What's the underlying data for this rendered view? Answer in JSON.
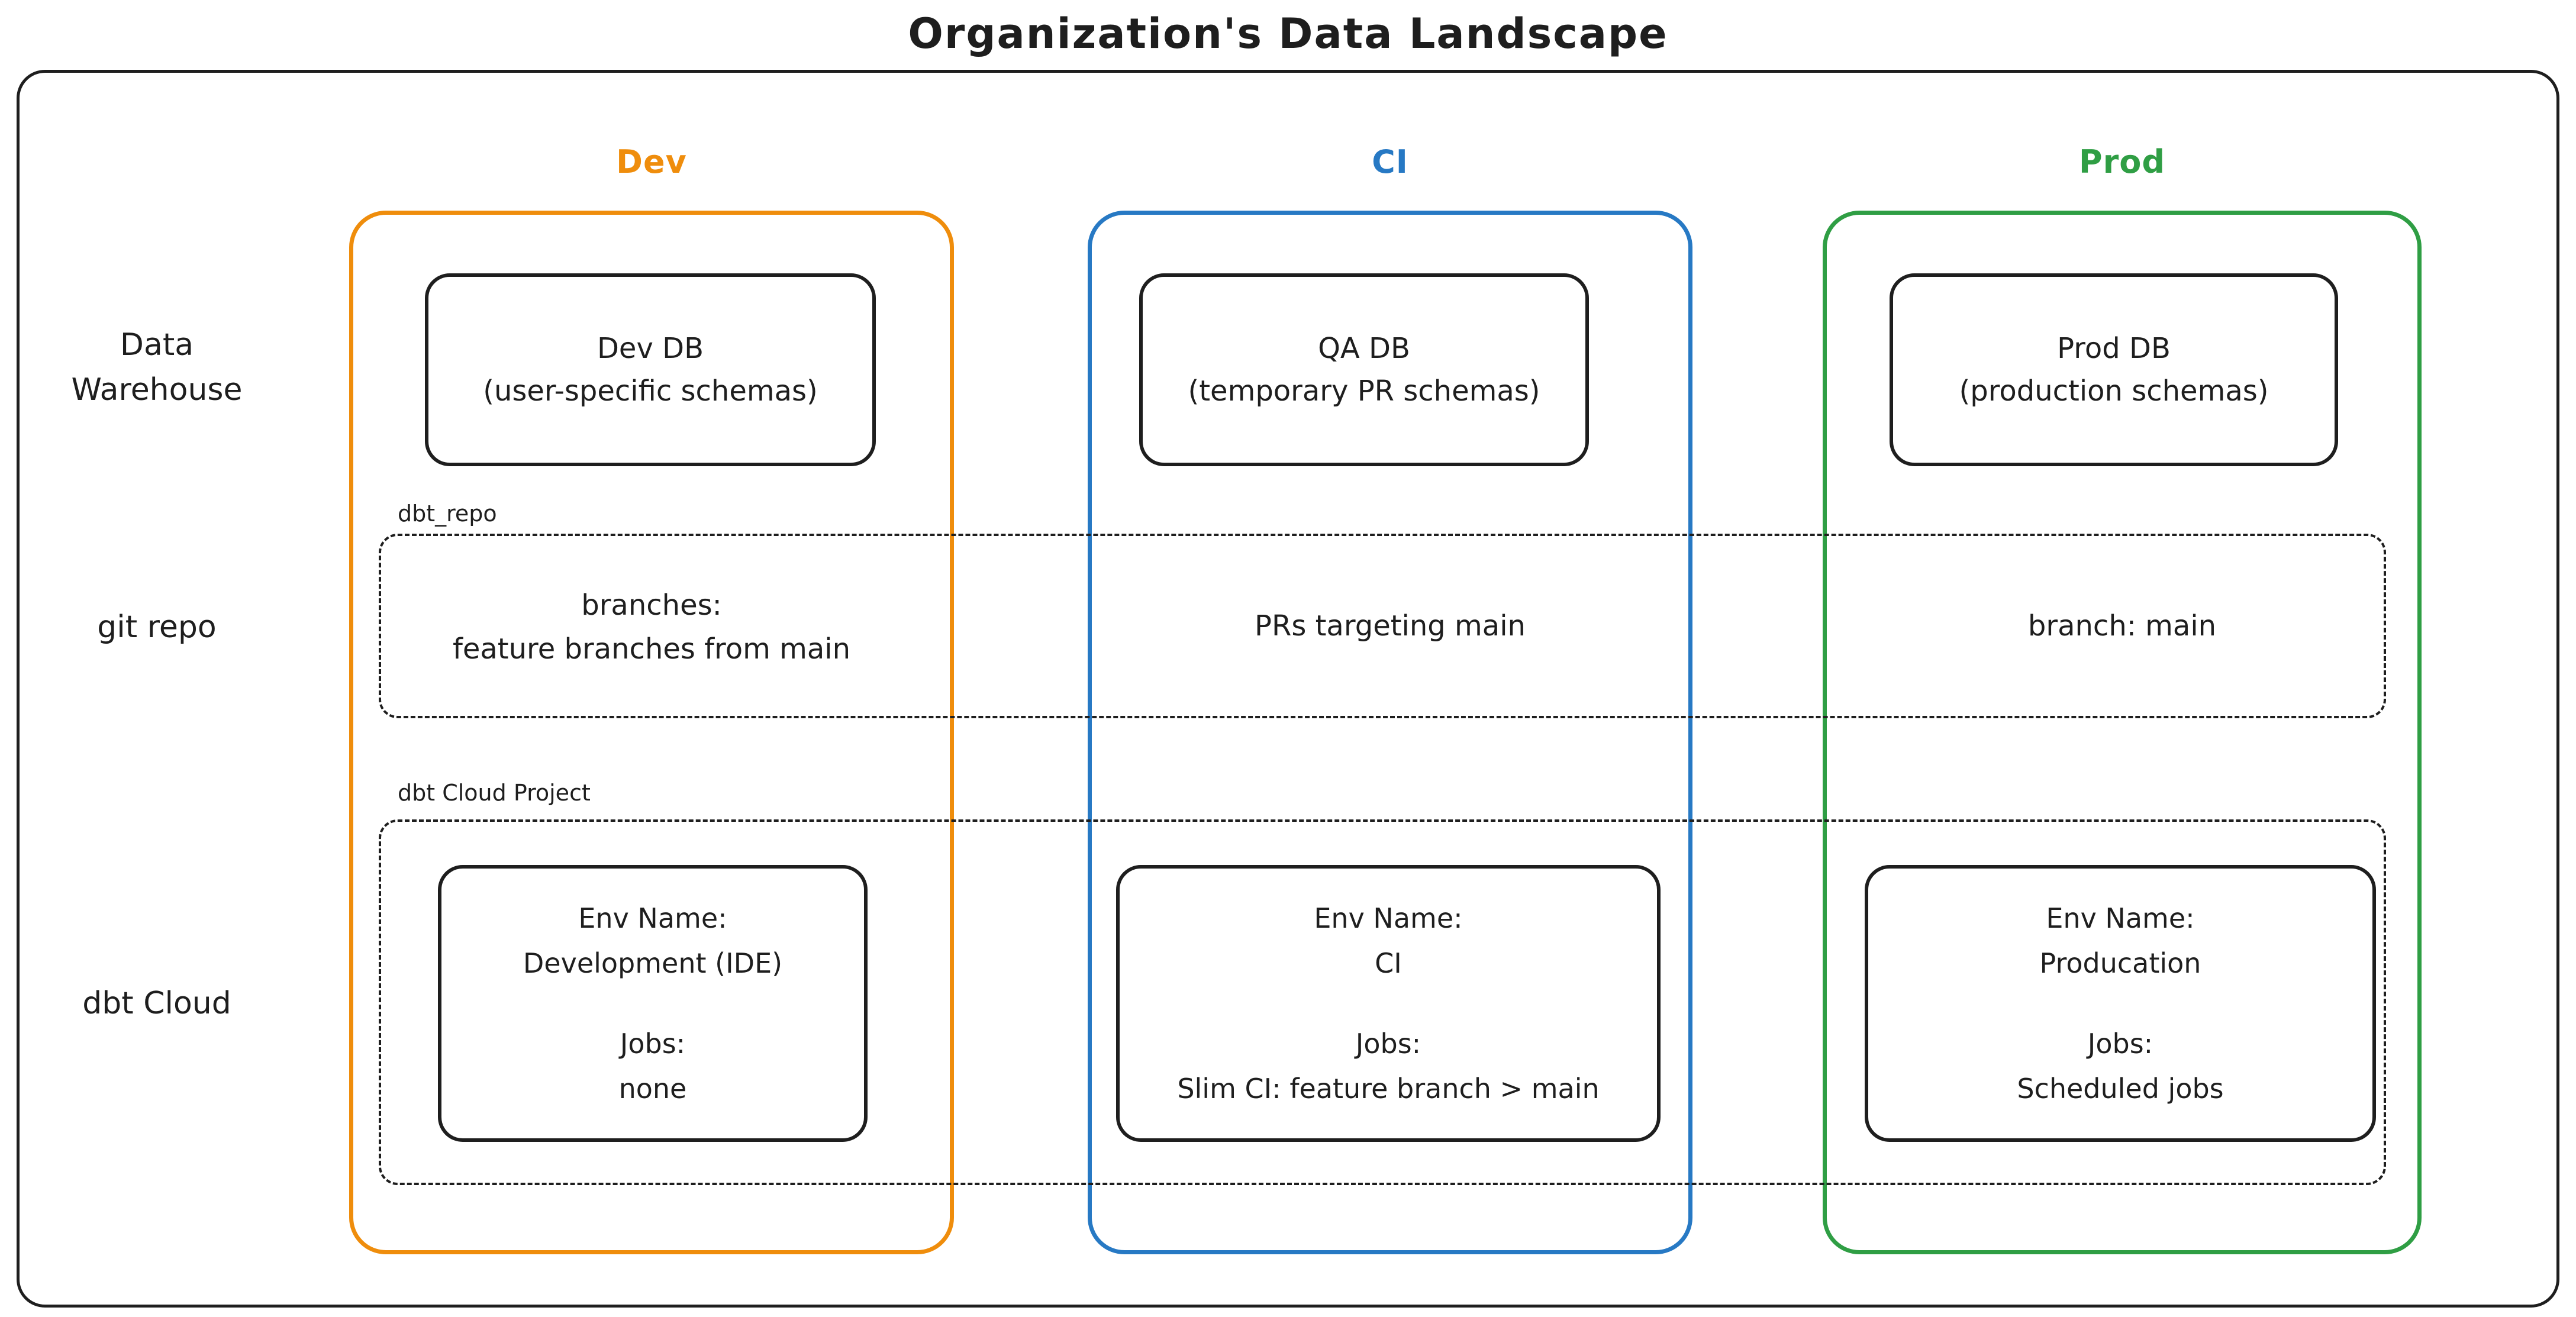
{
  "title": "Organization's Data Landscape",
  "colors": {
    "stroke": "#1e1e1e",
    "dev": "#ef8d0c",
    "ci": "#2779c4",
    "prod": "#2f9e44"
  },
  "column_headers": {
    "dev": "Dev",
    "ci": "CI",
    "prod": "Prod"
  },
  "row_labels": {
    "data_warehouse_line1": "Data",
    "data_warehouse_line2": "Warehouse",
    "git_repo": "git repo",
    "dbt_cloud": "dbt Cloud"
  },
  "data_warehouse": {
    "dev": {
      "line1": "Dev DB",
      "line2": "(user-specific schemas)"
    },
    "ci": {
      "line1": "QA DB",
      "line2": "(temporary PR schemas)"
    },
    "prod": {
      "line1": "Prod DB",
      "line2": "(production schemas)"
    }
  },
  "git_repo": {
    "group_label": "dbt_repo",
    "dev": {
      "line1": "branches:",
      "line2": "feature branches from main"
    },
    "ci": {
      "line1": "PRs targeting main"
    },
    "prod": {
      "line1": "branch: main"
    }
  },
  "dbt_cloud": {
    "group_label": "dbt Cloud Project",
    "dev": {
      "env_label": "Env Name:",
      "env_value": "Development (IDE)",
      "jobs_label": "Jobs:",
      "jobs_value": "none"
    },
    "ci": {
      "env_label": "Env Name:",
      "env_value": "CI",
      "jobs_label": "Jobs:",
      "jobs_value": "Slim CI: feature branch > main"
    },
    "prod": {
      "env_label": "Env Name:",
      "env_value": "Producation",
      "jobs_label": "Jobs:",
      "jobs_value": "Scheduled jobs"
    }
  }
}
